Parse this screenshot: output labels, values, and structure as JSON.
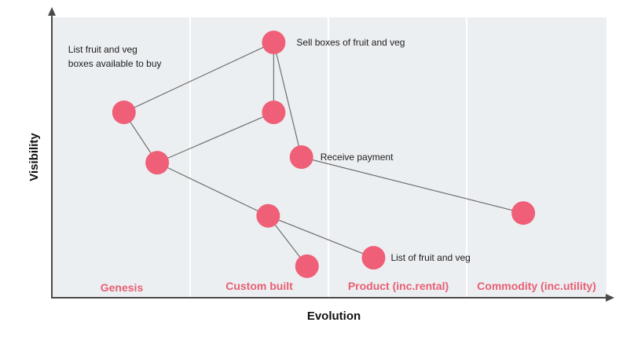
{
  "map": {
    "x_axis_label": "Evolution",
    "y_axis_label": "Visibility",
    "stages": [
      "Genesis",
      "Custom built",
      "Product (inc.rental)",
      "Commodity (inc.utility)"
    ],
    "colors": {
      "background": "#ffffff",
      "panel": "#eceff2",
      "divider": "#ffffff",
      "node": "#ef5f77",
      "edge": "#6f6f6f",
      "stage_label": "#e85f73",
      "axis": "#4a4a4a",
      "text": "#1c1c1c"
    },
    "nodes": [
      {
        "id": "sell",
        "label": "Sell boxes of fruit and veg",
        "evolution": 0.4,
        "visibility": 0.91
      },
      {
        "id": "list-boxes",
        "label": "List fruit and veg boxes available to buy",
        "evolution": 0.13,
        "visibility": 0.66
      },
      {
        "id": "mid",
        "label": "",
        "evolution": 0.4,
        "visibility": 0.66
      },
      {
        "id": "receive",
        "label": "Receive payment",
        "evolution": 0.45,
        "visibility": 0.5
      },
      {
        "id": "hub",
        "label": "",
        "evolution": 0.19,
        "visibility": 0.48
      },
      {
        "id": "sub",
        "label": "",
        "evolution": 0.39,
        "visibility": 0.29
      },
      {
        "id": "far",
        "label": "",
        "evolution": 0.85,
        "visibility": 0.3
      },
      {
        "id": "list-items",
        "label": "List of fruit and veg",
        "evolution": 0.58,
        "visibility": 0.14
      },
      {
        "id": "leaf",
        "label": "",
        "evolution": 0.46,
        "visibility": 0.11
      }
    ],
    "edges": [
      {
        "from": "sell",
        "to": "list-boxes"
      },
      {
        "from": "sell",
        "to": "mid"
      },
      {
        "from": "sell",
        "to": "receive"
      },
      {
        "from": "list-boxes",
        "to": "hub"
      },
      {
        "from": "mid",
        "to": "hub"
      },
      {
        "from": "hub",
        "to": "sub"
      },
      {
        "from": "sub",
        "to": "list-items"
      },
      {
        "from": "sub",
        "to": "leaf"
      },
      {
        "from": "receive",
        "to": "far"
      }
    ]
  }
}
